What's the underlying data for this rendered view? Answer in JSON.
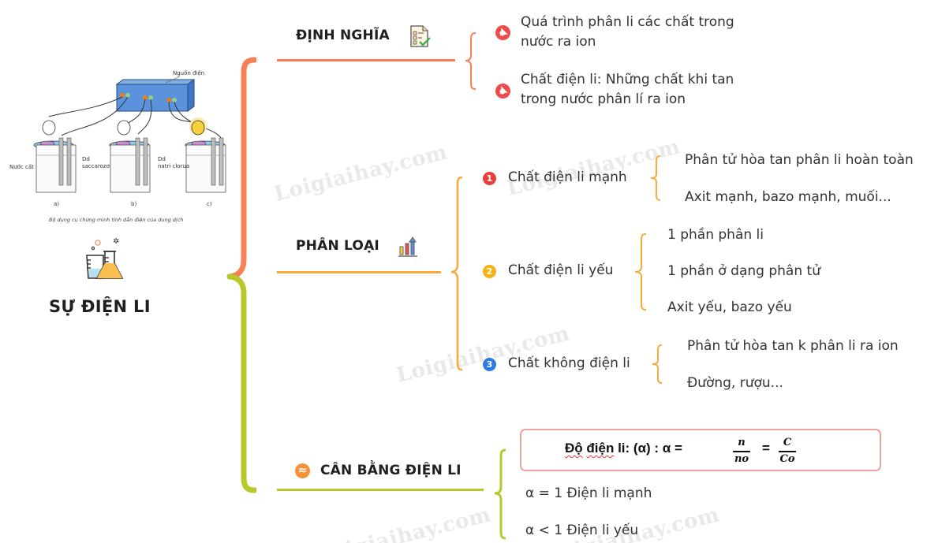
{
  "root": {
    "title": "SỰ ĐIỆN LI",
    "icon": "chemistry-flask-icon",
    "illustration": {
      "caption": "Bộ dụng cụ chứng minh tính dẫn điện của dung dịch",
      "power_label": "Nguồn điện",
      "beakers": [
        {
          "label": "Nước cất",
          "tag": "a)"
        },
        {
          "label": "Dd saccarozơ",
          "label_line1": "Dd",
          "label_line2": "saccarozơ",
          "tag": "b)"
        },
        {
          "label": "Dd natri clorua",
          "label_line1": "Dd",
          "label_line2": "natri clorua",
          "tag": "c)"
        }
      ]
    }
  },
  "branches": {
    "definition": {
      "title": "ĐỊNH NGHĨA",
      "icon": "checklist-icon",
      "color": "#f97f54",
      "items": [
        {
          "icon": "pin-icon",
          "line1": "Quá trình phân li các chất trong",
          "line2": "nước ra ion"
        },
        {
          "icon": "pin-icon",
          "line1": "Chất điện li: Những chất khi tan",
          "line2": "trong nước phân lí ra ion"
        }
      ]
    },
    "classification": {
      "title": "PHÂN LOẠI",
      "icon": "bar-chart-icon",
      "color": "#fba93a",
      "items": [
        {
          "number": "1",
          "badge_color": "#e8403a",
          "label": "Chất điện li mạnh",
          "details": [
            "Phân tử hòa tan phân li hoàn toàn",
            "Axit mạnh, bazo mạnh, muối..."
          ]
        },
        {
          "number": "2",
          "badge_color": "#f6b118",
          "label": "Chất điện li yếu",
          "details": [
            "1 phần phân li",
            "1 phần ở dạng phân tử",
            "Axit yếu, bazo yếu"
          ]
        },
        {
          "number": "3",
          "badge_color": "#2d7be0",
          "label": "Chất không điện li",
          "details": [
            "Phân tử hòa tan k phân li ra ion",
            "Đường, rượu..."
          ]
        }
      ]
    },
    "equilibrium": {
      "title": "CÂN BẰNG ĐIỆN LI",
      "icon": "approx-equal-icon",
      "color": "#b8c72a",
      "formula": {
        "label_word1": "Độ",
        "label_word2": "điện",
        "label_rest": " li:  (α) :  α  =",
        "frac1_num": "n",
        "frac1_den": "no",
        "equals": "=",
        "frac2_num": "C",
        "frac2_den": "Co"
      },
      "items": [
        "α = 1 Điện li mạnh",
        "α < 1 Điện li yếu"
      ]
    }
  },
  "watermark": "Loigiaihay.com"
}
